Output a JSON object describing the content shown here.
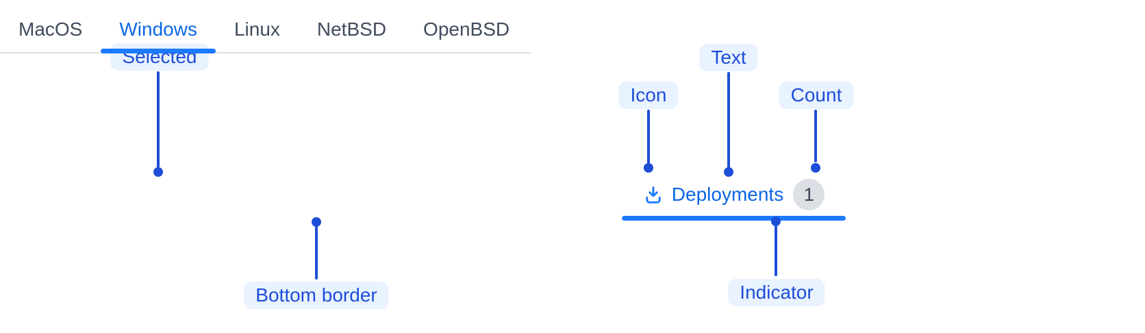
{
  "colors": {
    "selected_text_blue": "#0C66E4",
    "indicator_blue": "#1D7AFC",
    "annotation_blue": "#1D4ED8",
    "annotation_pill_bg": "#E9F2FF",
    "tab_text": "#404B5C",
    "border_gray": "#DCDFE4",
    "badge_bg": "#DCDFE4",
    "badge_text": "#3A4352"
  },
  "left_tabs": {
    "items": [
      {
        "label": "MacOS"
      },
      {
        "label": "Windows",
        "selected": true
      },
      {
        "label": "Linux"
      },
      {
        "label": "NetBSD"
      },
      {
        "label": "OpenBSD"
      }
    ],
    "annotations": {
      "selected": "Selected",
      "bottom_border": "Bottom border"
    }
  },
  "right_tab": {
    "icon": "download-icon",
    "label": "Deployments",
    "count": "1",
    "annotations": {
      "icon": "Icon",
      "text": "Text",
      "count": "Count",
      "indicator": "Indicator"
    }
  }
}
